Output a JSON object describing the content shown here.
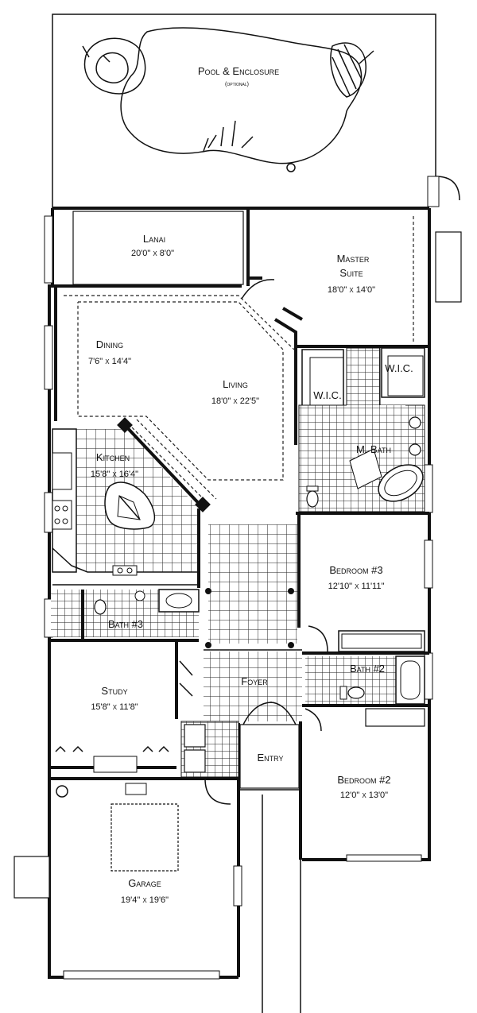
{
  "rooms": {
    "pool": {
      "name": "Pool & Enclosure",
      "note": "(optional)"
    },
    "lanai": {
      "name": "Lanai",
      "dims": "20'0\" x 8'0\""
    },
    "master_suite": {
      "name_line1": "Master",
      "name_line2": "Suite",
      "dims": "18'0\" x 14'0\""
    },
    "dining": {
      "name": "Dining",
      "dims": "7'6\" x 14'4\""
    },
    "living": {
      "name": "Living",
      "dims": "18'0\" x 22'5\""
    },
    "wic1": {
      "name": "W.I.C."
    },
    "wic2": {
      "name": "W.I.C."
    },
    "kitchen": {
      "name": "Kitchen",
      "dims": "15'8\" x 16'4\""
    },
    "m_bath": {
      "name": "M. Bath"
    },
    "bedroom3": {
      "name": "Bedroom #3",
      "dims": "12'10\" x 11'11\""
    },
    "bath3": {
      "name": "Bath #3"
    },
    "study": {
      "name": "Study",
      "dims": "15'8\" x 11'8\""
    },
    "foyer": {
      "name": "Foyer"
    },
    "bath2": {
      "name": "Bath #2"
    },
    "entry": {
      "name": "Entry"
    },
    "bedroom2": {
      "name": "Bedroom #2",
      "dims": "12'0\" x 13'0\""
    },
    "garage": {
      "name": "Garage",
      "dims": "19'4\" x 19'6\""
    }
  }
}
